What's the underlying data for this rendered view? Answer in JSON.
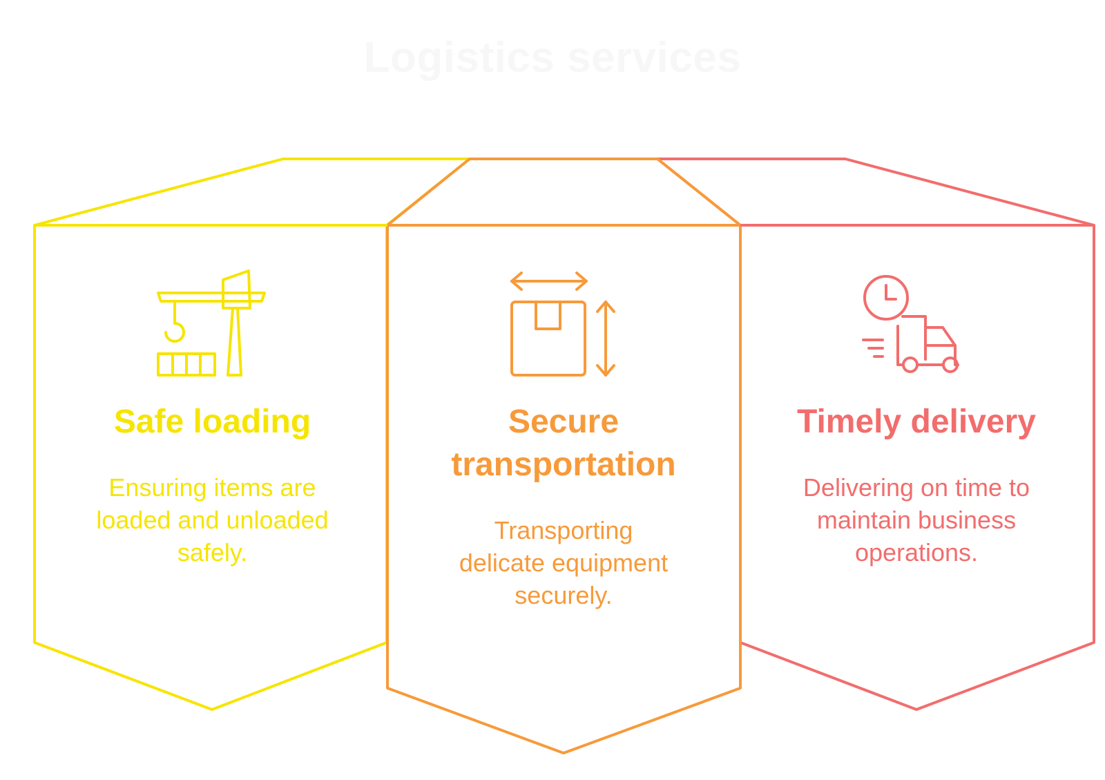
{
  "title": "Logistics services",
  "colors": {
    "yellow": "#f6e500",
    "orange": "#f79a3a",
    "red": "#f26d6d",
    "title": "#f7f7f7"
  },
  "cards": [
    {
      "title": "Safe loading",
      "description": "Ensuring items are loaded and unloaded safely.",
      "icon": "crane-icon"
    },
    {
      "title": "Secure transportation",
      "description": "Transporting delicate equipment securely.",
      "icon": "package-dimensions-icon"
    },
    {
      "title": "Timely delivery",
      "description": "Delivering on time to maintain business operations.",
      "icon": "delivery-truck-clock-icon"
    }
  ]
}
